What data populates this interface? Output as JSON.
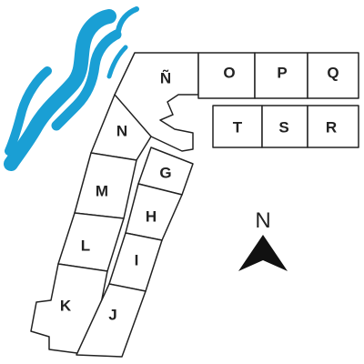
{
  "water": {
    "color": "#1a9fd4"
  },
  "north_arrow": {
    "label": "N"
  },
  "lots": {
    "n_tilde": "Ñ",
    "o": "O",
    "p": "P",
    "q": "Q",
    "t": "T",
    "s": "S",
    "r": "R",
    "n": "N",
    "g": "G",
    "m": "M",
    "h": "H",
    "l": "L",
    "i": "I",
    "k": "K",
    "j": "J"
  }
}
